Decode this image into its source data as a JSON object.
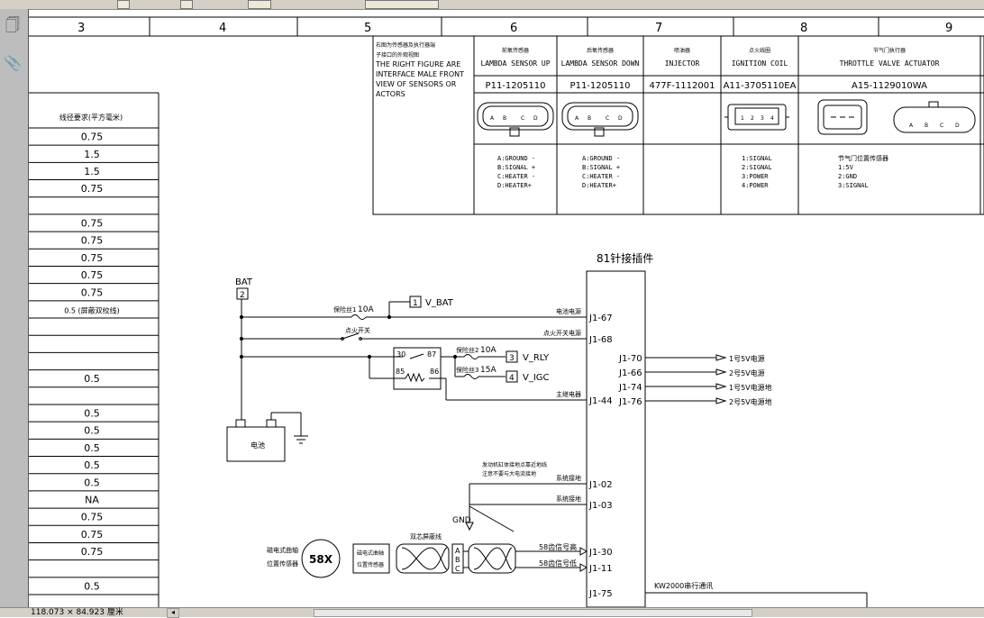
{
  "grid": {
    "columns": [
      "3",
      "4",
      "5",
      "6",
      "7",
      "8",
      "9"
    ]
  },
  "status": {
    "coords": "118.073 × 84.923 厘米"
  },
  "wire_table": {
    "header": "线径要求(平方毫米)",
    "rows": [
      "0.75",
      "1.5",
      "1.5",
      "0.75",
      "",
      "0.75",
      "0.75",
      "0.75",
      "0.75",
      "0.75",
      "0.5 (屏蔽双绞线)",
      "",
      "",
      "",
      "0.5",
      "",
      "0.5",
      "0.5",
      "0.5",
      "0.5",
      "0.5",
      "NA",
      "0.75",
      "0.75",
      "0.75",
      "",
      "0.5"
    ]
  },
  "sensor_table": {
    "note": [
      "右图为传感器及执行器端",
      "子接口的外观视图",
      "THE RIGHT FIGURE ARE",
      "INTERFACE MALE FRONT",
      "VIEW OF SENSORS OR",
      "ACTORS"
    ],
    "columns": [
      {
        "cn": "前氧传感器",
        "en": "LAMBDA SENSOR UP",
        "part": "P11-1205110",
        "pins": [
          "A:GROUND -",
          "B:SIGNAL +",
          "C:HEATER -",
          "D:HEATER+"
        ],
        "connector_letters": [
          "A",
          "B",
          "C",
          "D"
        ]
      },
      {
        "cn": "后氧传感器",
        "en": "LAMBDA SENSOR DOWN",
        "part": "P11-1205110",
        "pins": [
          "A:GROUND -",
          "B:SIGNAL +",
          "C:HEATER -",
          "D:HEATER+"
        ],
        "connector_letters": [
          "A",
          "B",
          "C",
          "D"
        ]
      },
      {
        "cn": "喷油器",
        "en": "INJECTOR",
        "part": "477F-1112001",
        "pins": [],
        "connector_letters": []
      },
      {
        "cn": "点火线圈",
        "en": "IGNITION COIL",
        "part": "A11-3705110EA",
        "pins": [
          "1:SIGNAL",
          "2:SIGNAL",
          "3:POWER",
          "4:POWER"
        ],
        "connector_letters": [
          "1",
          "2",
          "3",
          "4"
        ]
      },
      {
        "cn": "节气门执行器",
        "en": "THROTTLE VALVE ACTUATOR",
        "part": "A15-1129010WA",
        "pins": [
          "节气门位置传感器",
          "1:5V",
          "2:GND",
          "3:SIGNAL"
        ],
        "connector_letters": [
          "A",
          "B",
          "C",
          "D"
        ]
      }
    ]
  },
  "schematic": {
    "ecu_label": "81针接插件",
    "bat": {
      "label": "BAT",
      "num": "2"
    },
    "battery_label": "电池",
    "fuse1": {
      "label": "保险丝1",
      "rating": "10A"
    },
    "fuse2": {
      "label": "保险丝2",
      "rating": "10A"
    },
    "fuse3": {
      "label": "保险丝3",
      "rating": "15A"
    },
    "ign_switch": "点火开关",
    "relay_pins": [
      "30",
      "87",
      "85",
      "86"
    ],
    "vbat": {
      "num": "1",
      "label": "V_BAT"
    },
    "vrly": {
      "num": "3",
      "label": "V_RLY"
    },
    "vigc": {
      "num": "4",
      "label": "V_IGC"
    },
    "left_pins": [
      {
        "pin": "J1-67",
        "desc": "电池电源"
      },
      {
        "pin": "J1-68",
        "desc": "点火开关电源"
      },
      {
        "pin": "J1-44",
        "desc": "主继电器"
      },
      {
        "pin": "J1-02",
        "desc": "系统接地"
      },
      {
        "pin": "J1-03",
        "desc": "系统接地"
      },
      {
        "pin": "J1-30",
        "desc": "58齿信号高"
      },
      {
        "pin": "J1-11",
        "desc": "58齿信号低"
      },
      {
        "pin": "J1-75",
        "desc": "KW2000串行通讯"
      }
    ],
    "right_pins": [
      {
        "pin": "J1-70",
        "desc": "1号5V电源"
      },
      {
        "pin": "J1-66",
        "desc": "2号5V电源"
      },
      {
        "pin": "J1-74",
        "desc": "1号5V电源地"
      },
      {
        "pin": "J1-76",
        "desc": "2号5V电源地"
      }
    ],
    "gnd_note": [
      "发动机缸体接地点靠近地线",
      "注意不要与大电流接地"
    ],
    "gnd_label": "GND",
    "crank": {
      "label_lines": [
        "磁电式曲轴",
        "位置传感器"
      ],
      "wheel": "58X",
      "cable": "双芯屏蔽线",
      "conn": [
        "A",
        "B",
        "C"
      ]
    }
  }
}
